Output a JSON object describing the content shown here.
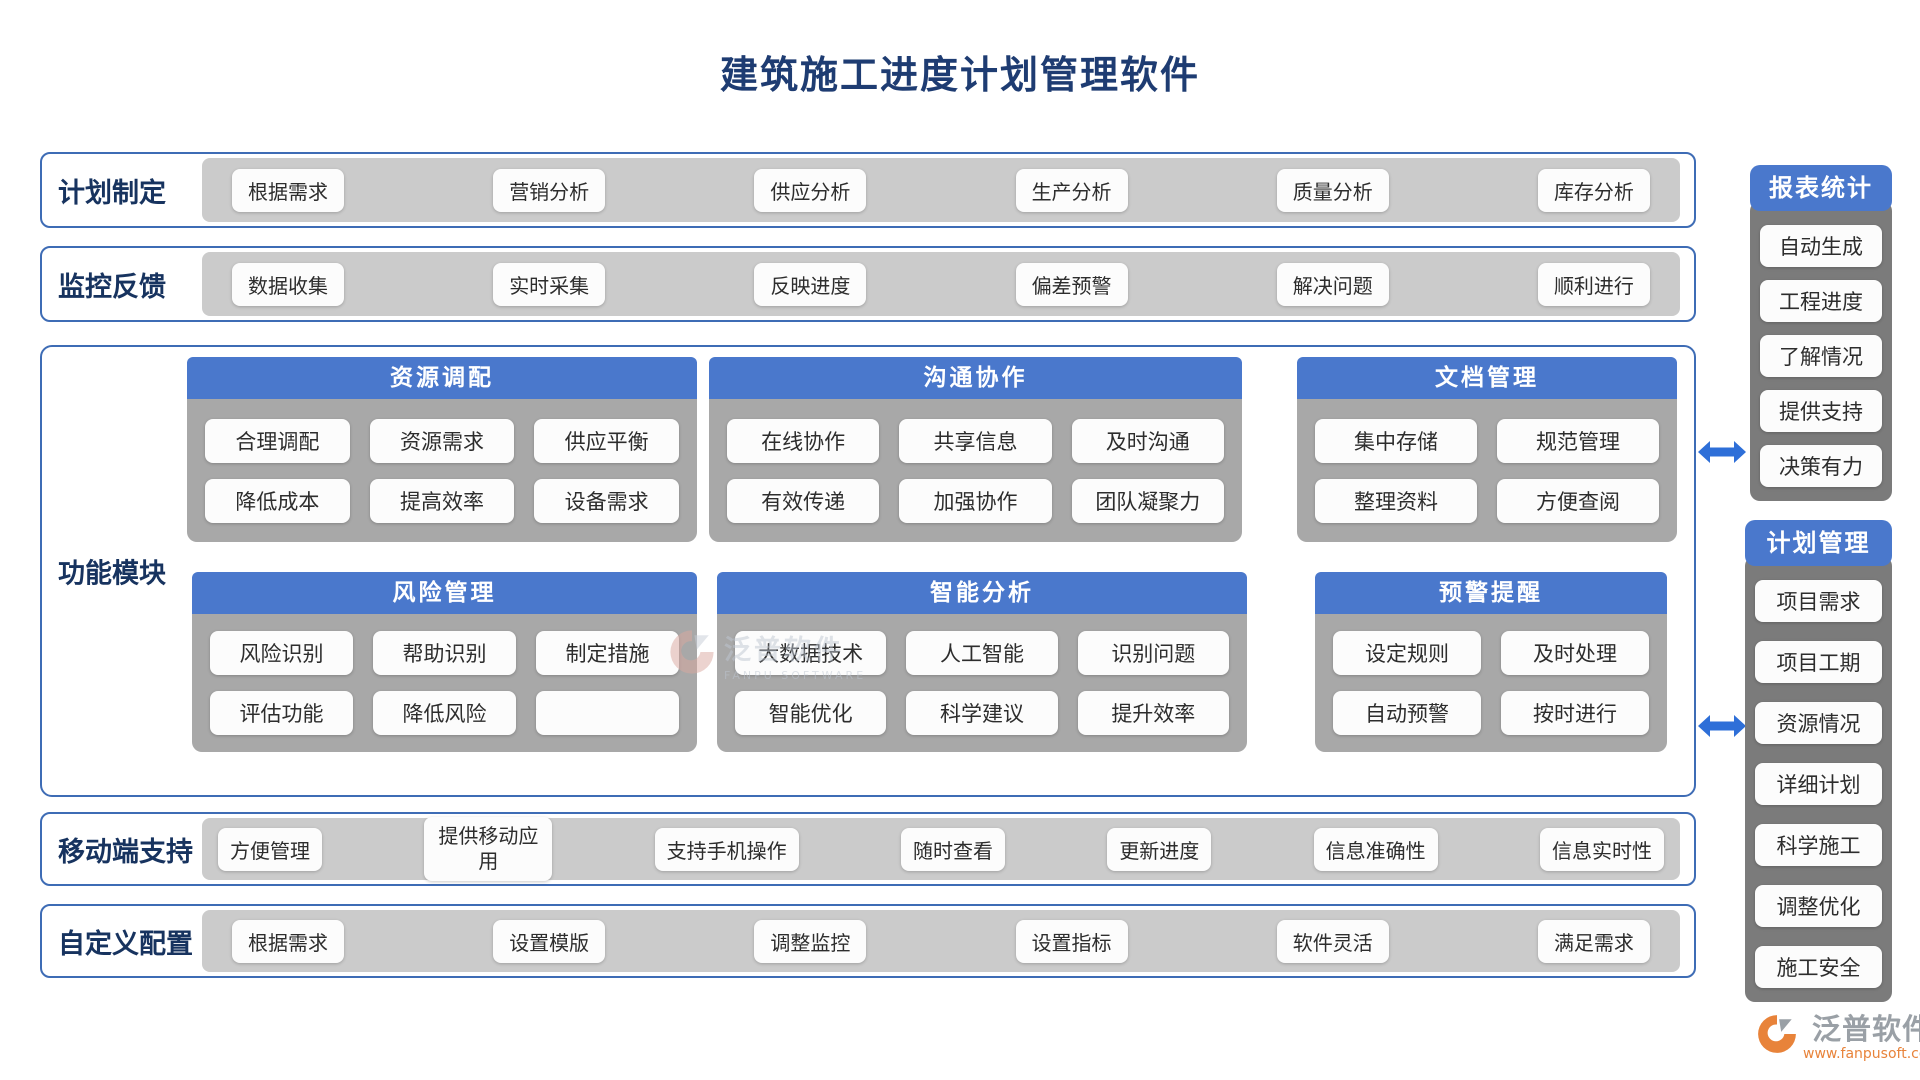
{
  "title": "建筑施工进度计划管理软件",
  "rows": {
    "plan": {
      "label": "计划制定",
      "chips": [
        "根据需求",
        "营销分析",
        "供应分析",
        "生产分析",
        "质量分析",
        "库存分析"
      ]
    },
    "monitor": {
      "label": "监控反馈",
      "chips": [
        "数据收集",
        "实时采集",
        "反映进度",
        "偏差预警",
        "解决问题",
        "顺利进行"
      ]
    },
    "mobile": {
      "label": "移动端支持",
      "chips": [
        "方便管理",
        "提供移动应用",
        "支持手机操作",
        "随时查看",
        "更新进度",
        "信息准确性",
        "信息实时性"
      ]
    },
    "custom": {
      "label": "自定义配置",
      "chips": [
        "根据需求",
        "设置模版",
        "调整监控",
        "设置指标",
        "软件灵活",
        "满足需求"
      ]
    }
  },
  "modules": {
    "label": "功能模块",
    "panels": [
      {
        "title": "资源调配",
        "chips": [
          "合理调配",
          "资源需求",
          "供应平衡",
          "降低成本",
          "提高效率",
          "设备需求"
        ]
      },
      {
        "title": "沟通协作",
        "chips": [
          "在线协作",
          "共享信息",
          "及时沟通",
          "有效传递",
          "加强协作",
          "团队凝聚力"
        ]
      },
      {
        "title": "文档管理",
        "chips": [
          "集中存储",
          "规范管理",
          "整理资料",
          "方便查阅"
        ]
      },
      {
        "title": "风险管理",
        "chips": [
          "风险识别",
          "帮助识别",
          "制定措施",
          "评估功能",
          "降低风险",
          ""
        ]
      },
      {
        "title": "智能分析",
        "chips": [
          "大数据技术",
          "人工智能",
          "识别问题",
          "智能优化",
          "科学建议",
          "提升效率"
        ]
      },
      {
        "title": "预警提醒",
        "chips": [
          "设定规则",
          "及时处理",
          "自动预警",
          "按时进行"
        ]
      }
    ]
  },
  "sidebar": {
    "report": {
      "title": "报表统计",
      "items": [
        "自动生成",
        "工程进度",
        "了解情况",
        "提供支持",
        "决策有力"
      ]
    },
    "plan_mgmt": {
      "title": "计划管理",
      "items": [
        "项目需求",
        "项目工期",
        "资源情况",
        "详细计划",
        "科学施工",
        "调整优化",
        "施工安全"
      ]
    }
  },
  "watermark": {
    "name": "泛普软件",
    "sub": "FANPU SOFTWARE"
  },
  "footer": {
    "brand": "泛普软件",
    "url": "www.fanpusoft.com"
  },
  "colors": {
    "accent": "#4a78cc",
    "navy": "#1e3c72",
    "row_gray": "#cbcbcb",
    "panel_gray": "#a8a8a8",
    "sidebar_gray": "#7b7b7b",
    "arrow_blue": "#2e6fd8",
    "brand_orange": "#e8833a"
  }
}
